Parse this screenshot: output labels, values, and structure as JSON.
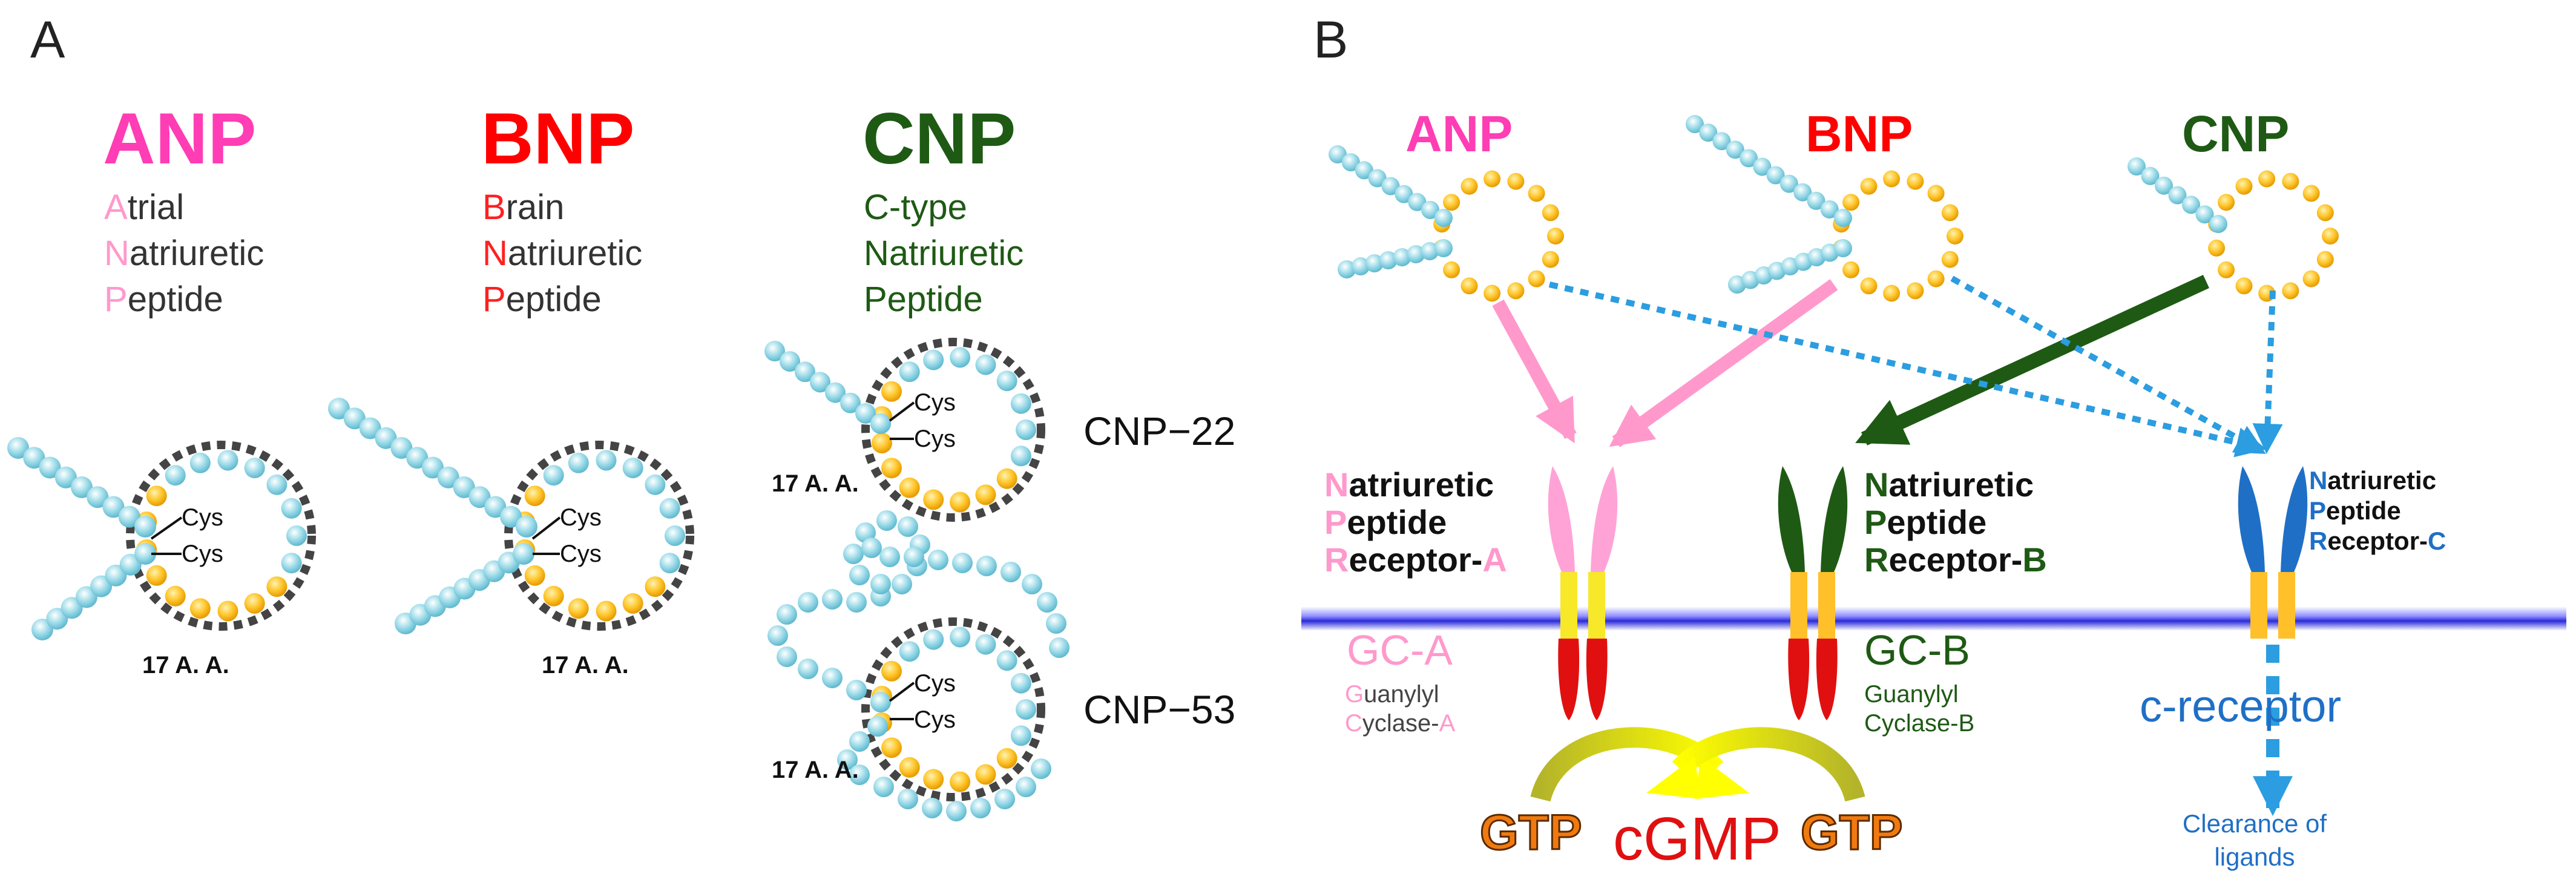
{
  "panelA": {
    "label": "A",
    "anp": {
      "title": "ANP",
      "line1_initial": "A",
      "line1_rest": "trial",
      "line2_initial": "N",
      "line2_rest": "atriuretic",
      "line3_initial": "P",
      "line3_rest": "eptide"
    },
    "bnp": {
      "title": "BNP",
      "line1_initial": "B",
      "line1_rest": "rain",
      "line2_initial": "N",
      "line2_rest": "atriuretic",
      "line3_initial": "P",
      "line3_rest": "eptide"
    },
    "cnp": {
      "title": "CNP",
      "line1": "C-type",
      "line2": "Natriuretic",
      "line3": "Peptide"
    },
    "cys_label": "Cys",
    "aa_label": "17 A. A.",
    "cnp22_label": "CNP−22",
    "cnp53_label": "CNP−53"
  },
  "panelB": {
    "label": "B",
    "ligand_anp": "ANP",
    "ligand_bnp": "BNP",
    "ligand_cnp": "CNP",
    "npra": {
      "l1i": "N",
      "l1r": "atriuretic",
      "l2i": "P",
      "l2r": "eptide",
      "l3i": "R",
      "l3r": "eceptor-",
      "l3s": "A"
    },
    "nprb": {
      "l1i": "N",
      "l1r": "atriuretic",
      "l2i": "P",
      "l2r": "eptide",
      "l3i": "R",
      "l3r": "eceptor-",
      "l3s": "B"
    },
    "nprc": {
      "l1i": "N",
      "l1r": "atriuretic",
      "l2i": "P",
      "l2r": "eptide",
      "l3i": "R",
      "l3r": "eceptor-",
      "l3s": "C"
    },
    "gca": {
      "title": "GC-A",
      "l1i": "G",
      "l1r": "uanylyl",
      "l2i": "C",
      "l2r": "yclase-",
      "l2s": "A"
    },
    "gcb": {
      "title": "GC-B",
      "l1": "Guanylyl",
      "l2": "Cyclase-B"
    },
    "creceptor": "c-receptor",
    "clearance_l1": "Clearance of",
    "clearance_l2": "ligands",
    "gtp_left": "GTP",
    "cgmp": "cGMP",
    "gtp_right": "GTP"
  },
  "colors": {
    "anp": "#ff3db4",
    "anp_light": "#ff99cc",
    "bnp": "#ff0000",
    "cnp": "#1e5a14",
    "nprc_blue": "#1f6fc6",
    "dotted_blue": "#2b9de0",
    "bead_blue": "#8fd6e6",
    "bead_gold": "#ffc02a",
    "membrane": "#2a2ad8",
    "gtp_orange": "#f07a10",
    "cgmp_red": "#e01010"
  }
}
